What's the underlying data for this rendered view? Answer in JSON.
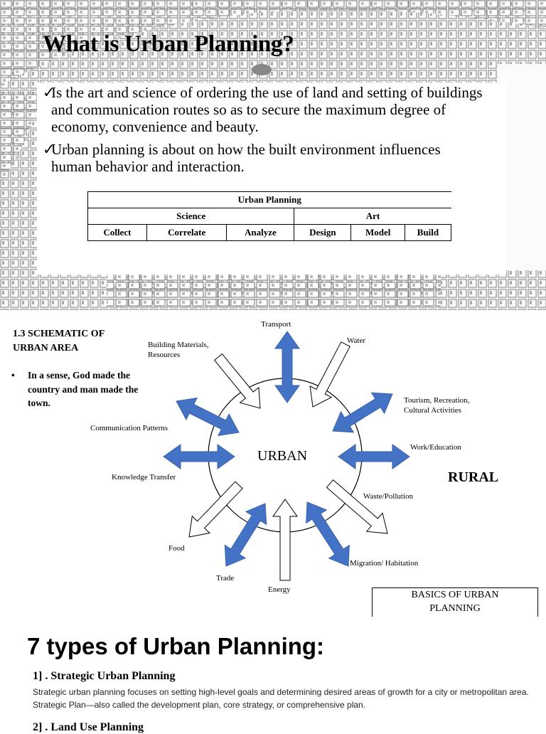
{
  "slide1": {
    "title": "What is Urban Planning?",
    "bullets": [
      {
        "check": "✓",
        "text": "Is the art and science of ordering the use of land and setting of buildings and communication routes so as to secure the maximum degree of economy, convenience and beauty."
      },
      {
        "check": "✓",
        "text": "Urban planning is about on how the built environment influences human behavior and interaction."
      }
    ],
    "table": {
      "header": "Urban Planning",
      "groups": [
        "Science",
        "Art"
      ],
      "items": [
        "Collect",
        "Correlate",
        "Analyze",
        "Design",
        "Model",
        "Build"
      ]
    }
  },
  "slide2": {
    "heading_line1": "1.3 SCHEMATIC OF",
    "heading_line2": "URBAN AREA",
    "bullet_mark": "•",
    "bullet": "In a sense, God made the country and man made the town.",
    "center": "URBAN",
    "outer": "RURAL",
    "labels": {
      "transport": "Transport",
      "water": "Water",
      "building_line1": "Building Materials,",
      "building_line2": "Resources",
      "tourism_line1": "Tourism, Recreation,",
      "tourism_line2": "Cultural Activities",
      "communication": "Communication Patterns",
      "work": "Work/Education",
      "knowledge": "Knowledge Transfer",
      "waste": "Waste/Pollution",
      "food": "Food",
      "trade": "Trade",
      "energy": "Energy",
      "migration": "Migration/ Habitation"
    },
    "basics_line1": "BASICS OF URBAN",
    "basics_line2": "PLANNING",
    "colors": {
      "arrow_blue": "#4472c4",
      "arrow_outline": "#000000"
    }
  },
  "slide3": {
    "title": "7 types of Urban Planning:",
    "subtitle": "1] . Strategic Urban Planning",
    "paragraph": "Strategic urban planning focuses on setting high-level goals and determining desired areas of growth for a city or metropolitan area. Strategic Plan—also called the development plan, core strategy, or comprehensive plan.",
    "next": "2] . Land Use Planning"
  }
}
